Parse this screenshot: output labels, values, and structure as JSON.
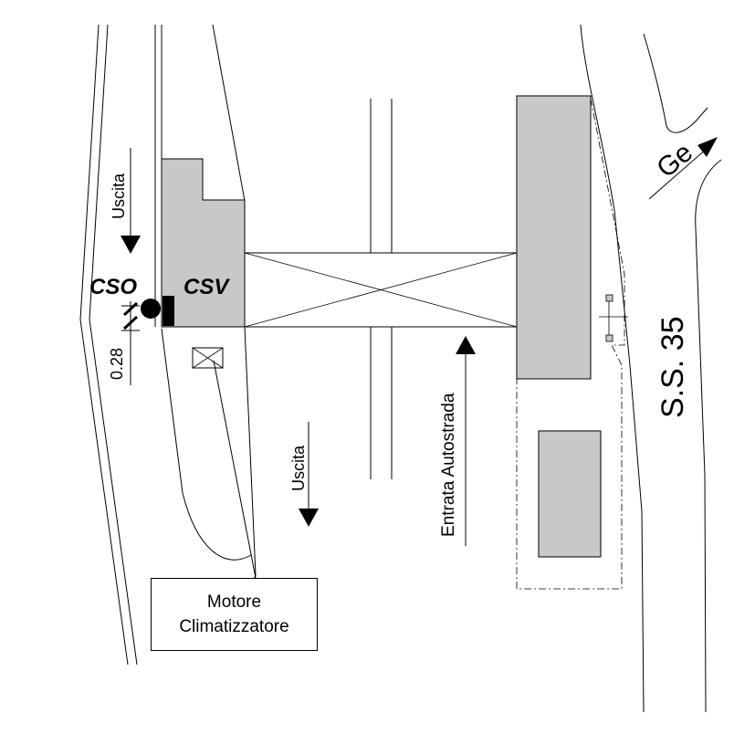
{
  "labels": {
    "uscita_top": "Uscita",
    "uscita_bottom": "Uscita",
    "cso": "CSO",
    "csv": "CSV",
    "dimension": "0.28",
    "entrata": "Entrata Autostrada",
    "road_name": "S.S. 35",
    "direction": "Ge",
    "motore_line1": "Motore",
    "motore_line2": "Climatizzatore"
  },
  "colors": {
    "building_fill": "#c8c8c8",
    "line": "#000000",
    "background": "#ffffff"
  }
}
